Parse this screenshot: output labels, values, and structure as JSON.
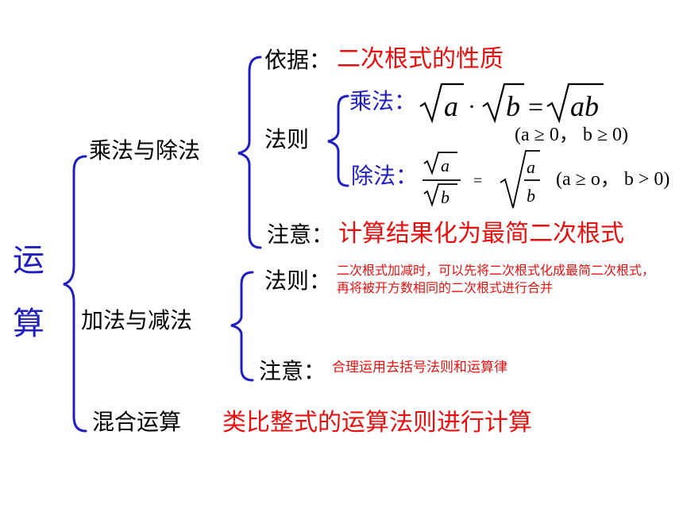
{
  "root": {
    "char1": "运",
    "char2": "算"
  },
  "branches": {
    "mul_div": {
      "label": "乘法与除法",
      "basis": {
        "label": "依据：",
        "value": "二次根式的性质"
      },
      "rules": {
        "label": "法则",
        "multiply": {
          "label": "乘法：",
          "lhs_a": "a",
          "dot": "·",
          "lhs_b": "b",
          "eq": "=",
          "rhs": "ab",
          "condition": "(a ≥ 0，  b ≥ 0)"
        },
        "divide": {
          "label": "除法：",
          "num": "a",
          "den": "b",
          "eq": "=",
          "rnum": "a",
          "rden": "b",
          "condition": "(a ≥ o，  b > 0)"
        }
      },
      "note": {
        "label": "注意：",
        "value": "计算结果化为最简二次根式"
      }
    },
    "add_sub": {
      "label": "加法与减法",
      "rules": {
        "label": "法则：",
        "value": "二次根式加减时，可以先将二次根式化成最简二次根式，再将被开方数相同的二次根式进行合并"
      },
      "note": {
        "label": "注意：",
        "value": "合理运用去括号法则和运算律"
      }
    },
    "mixed": {
      "label": "混合运算",
      "value": "类比整式的运算法则进行计算"
    }
  },
  "colors": {
    "brace": "#1f1fbf",
    "highlight": "#e8100f",
    "sub_label": "#1f1fbf",
    "text": "#000000"
  }
}
